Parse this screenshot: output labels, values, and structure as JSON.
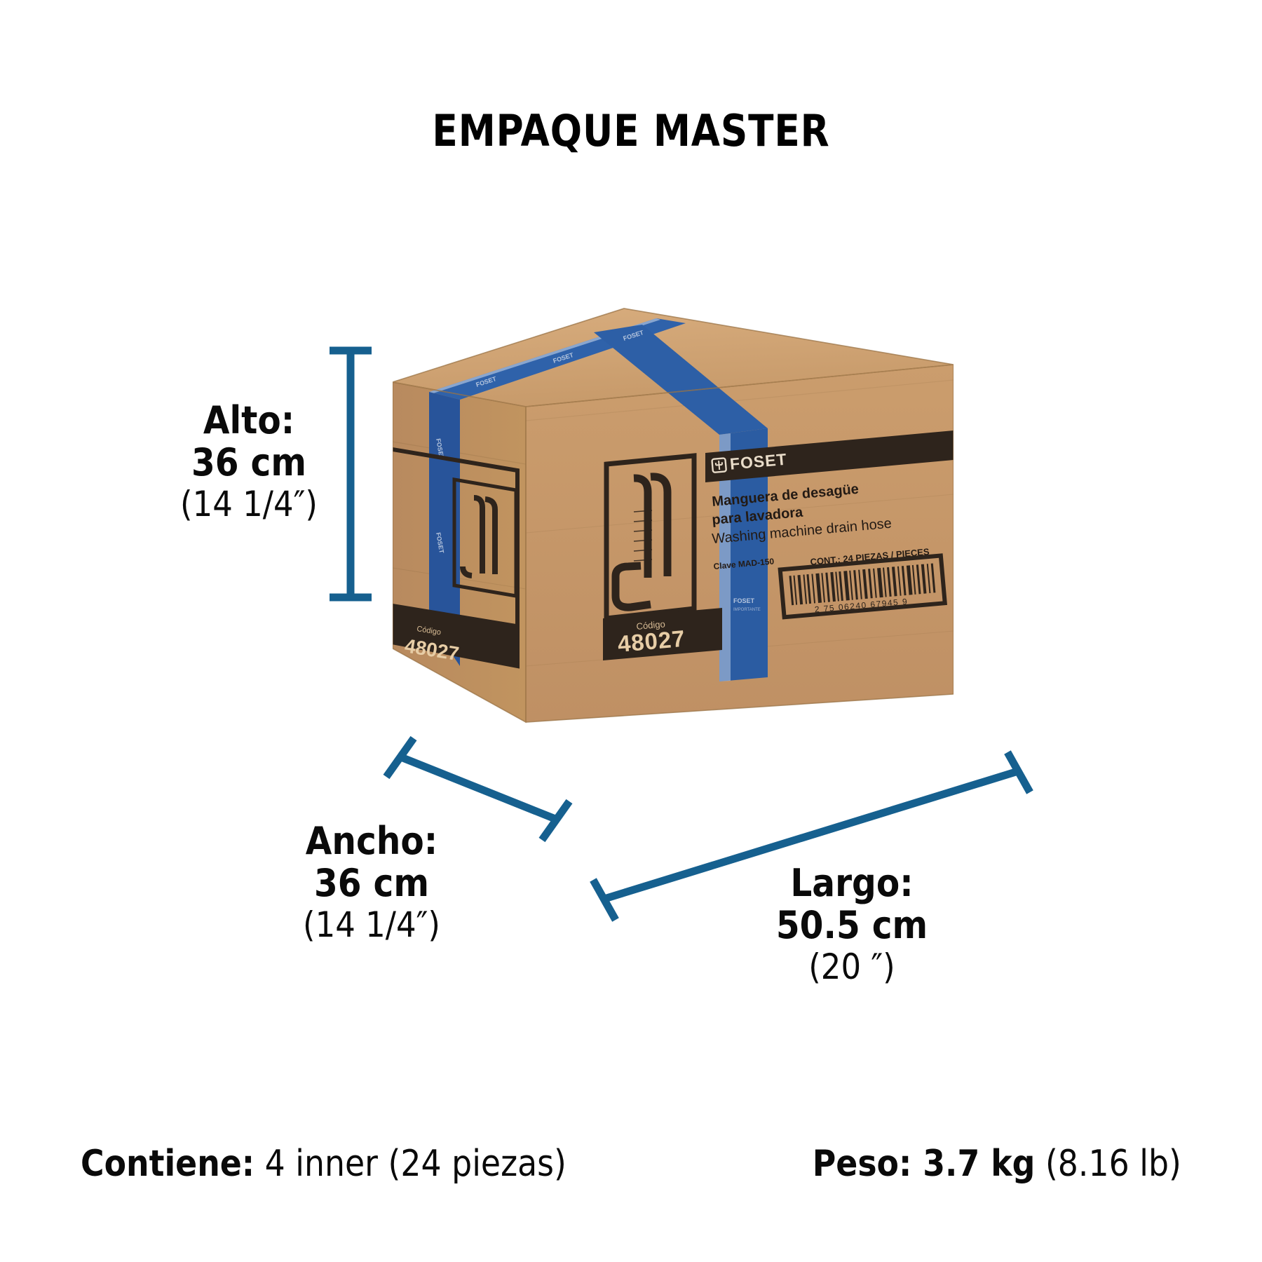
{
  "page": {
    "title": "EMPAQUE MASTER",
    "background": "#ffffff",
    "accent_blue": "#16608f",
    "text_color": "#0a0a0a"
  },
  "dimensions": {
    "height": {
      "name": "Alto:",
      "metric": "36 cm",
      "imperial": "(14 1/4″)"
    },
    "width": {
      "name": "Ancho:",
      "metric": "36 cm",
      "imperial": "(14 1/4″)"
    },
    "length": {
      "name": "Largo:",
      "metric": "50.5 cm",
      "imperial": "(20 ″)"
    }
  },
  "footer": {
    "contains_label": "Contiene:",
    "contains_value": "4 inner (24 piezas)",
    "weight_label": "Peso: 3.7 kg",
    "weight_value": "(8.16 lb)"
  },
  "carton": {
    "cardboard_color": "#c89a6b",
    "tape_color": "#2a5ea8",
    "label_ink": "#2e241c",
    "brand": "FOSET",
    "tape_brand": "FOSET",
    "tape_note": "IMPORTANTE",
    "product_name_es_line1": "Manguera de desagüe",
    "product_name_es_line2": "para lavadora",
    "product_name_en": "Washing machine drain hose",
    "clave_label": "Clave MAD-150",
    "content_line": "CONT.: 24 PIEZAS / PIECES",
    "barcode_digits": "2 75 06240 67945 9",
    "codigo_label": "Código",
    "codigo_value": "48027"
  }
}
